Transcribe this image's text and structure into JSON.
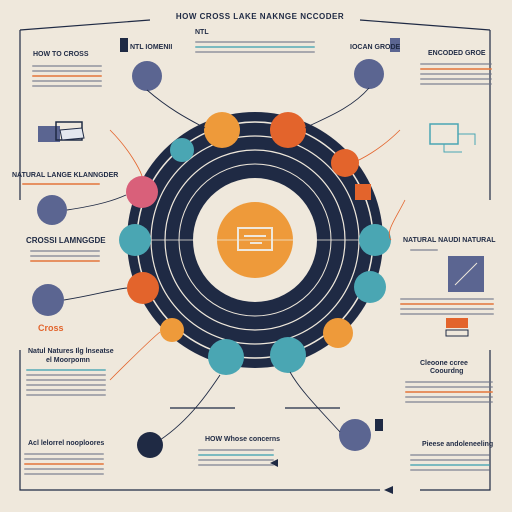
{
  "header": {
    "title": "HOW CROSS LAKE NAKNGE NCCODER"
  },
  "labels": {
    "top_left": "HOW TO CROSS",
    "top_left_sub": "NTL IOMENII",
    "top_center_left": "NTL",
    "top_center_right": "IOCAN GRODE",
    "top_right": "ENCODED GROE",
    "mid_left": "NATURAL LANGE KLANNGDER",
    "cross_left": "CROSSI LAMNGGDE",
    "cross_word": "Cross",
    "mid_right": "NATURAL NAUDI NATURAL",
    "lower_left": "Natul Natures Ilg lnseatse",
    "lower_left_sub": "el Moorpomn",
    "bottom_left": "Acl lelorrel nooploores",
    "bottom_center": "HOW Whose concerns",
    "bottom_right_top": "Cleoone ccree",
    "bottom_right_sub": "Coourdng",
    "bottom_right": "Pieese andoleneeling"
  },
  "icons": [
    "laptop-icon",
    "hand-pointer-icon",
    "fish-icon",
    "circuit-board-icon",
    "globe-icon",
    "device-icon"
  ],
  "colors": {
    "background": "#efe8dc",
    "navy": "#1f2a44",
    "orange": "#ee9a3a",
    "coral": "#e3642c",
    "teal": "#4aa6b3",
    "pink": "#d9607a",
    "slate": "#5b6591"
  }
}
